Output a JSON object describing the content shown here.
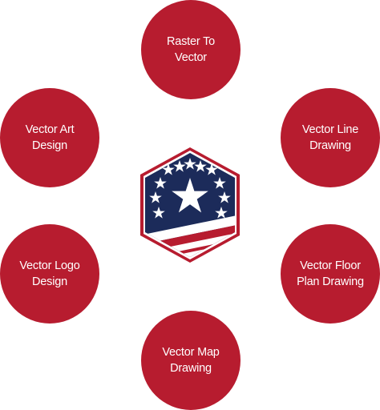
{
  "services": {
    "raster_to_vector": "Raster To\nVector",
    "vector_art_design": "Vector Art\nDesign",
    "vector_line_drawing": "Vector Line\nDrawing",
    "vector_logo_design": "Vector Logo\nDesign",
    "vector_floor_plan_drawing": "Vector Floor\nPlan Drawing",
    "vector_map_drawing": "Vector Map\nDrawing"
  },
  "colors": {
    "circle": "#b71c2f",
    "navy": "#1c2b5a",
    "white": "#ffffff"
  },
  "center_icon": "usa-flag-hexagon-badge-icon"
}
